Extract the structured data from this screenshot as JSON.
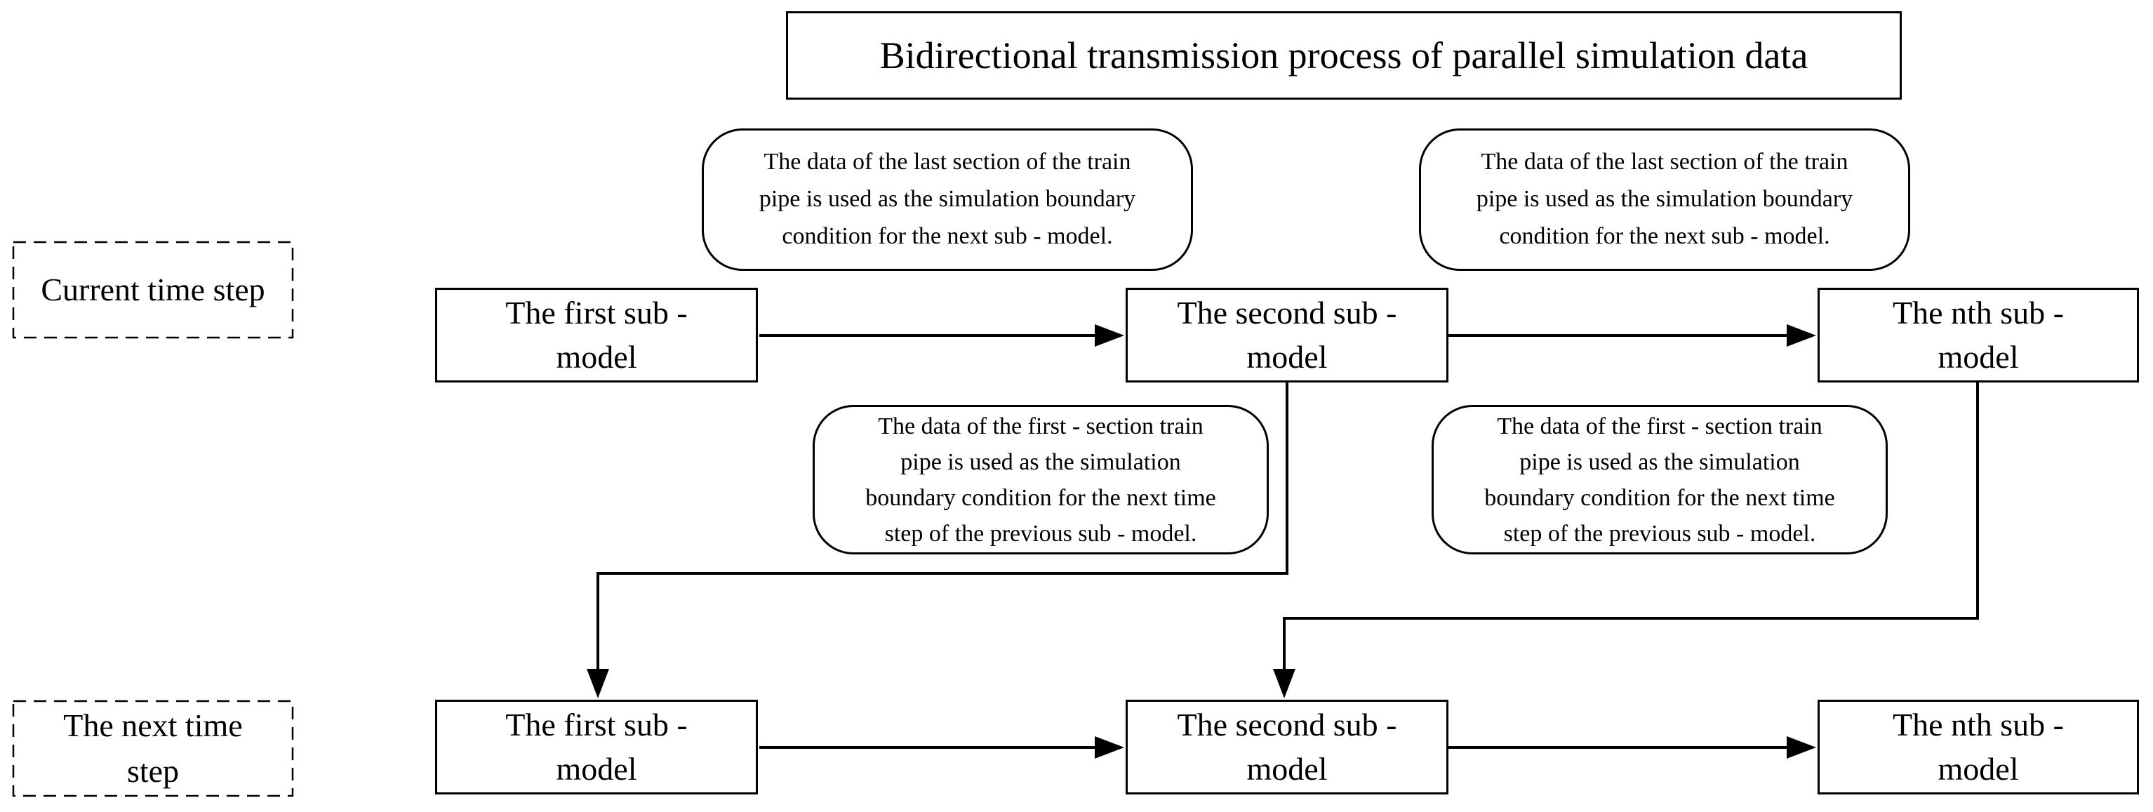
{
  "diagram": {
    "title": "Bidirectional transmission process of parallel simulation data",
    "colors": {
      "stroke": "#000000",
      "background": "#ffffff"
    },
    "row1_label": {
      "lines": [
        "Current time step"
      ]
    },
    "row2_label": {
      "lines": [
        "The next time",
        "step"
      ]
    },
    "callout_top_left": {
      "lines": [
        "The data of the last section of the train",
        "pipe is used as the simulation boundary",
        "condition for the next sub - model."
      ]
    },
    "callout_top_right": {
      "lines": [
        "The data of the last section of the train",
        "pipe is used as the simulation boundary",
        "condition for the next sub - model."
      ]
    },
    "callout_mid_left": {
      "lines": [
        "The data of the first - section train",
        "pipe is used as the simulation",
        "boundary condition for the next time",
        "step of the previous sub - model."
      ]
    },
    "callout_mid_right": {
      "lines": [
        "The data of the first - section train",
        "pipe is used as the simulation",
        "boundary condition for the next time",
        "step of the previous sub - model."
      ]
    },
    "row1_boxes": [
      {
        "lines": [
          "The first sub -",
          "model"
        ]
      },
      {
        "lines": [
          "The second sub -",
          "model"
        ]
      },
      {
        "lines": [
          "The nth sub -",
          "model"
        ]
      }
    ],
    "row2_boxes": [
      {
        "lines": [
          "The first sub -",
          "model"
        ]
      },
      {
        "lines": [
          "The second sub -",
          "model"
        ]
      },
      {
        "lines": [
          "The nth sub -",
          "model"
        ]
      }
    ]
  }
}
